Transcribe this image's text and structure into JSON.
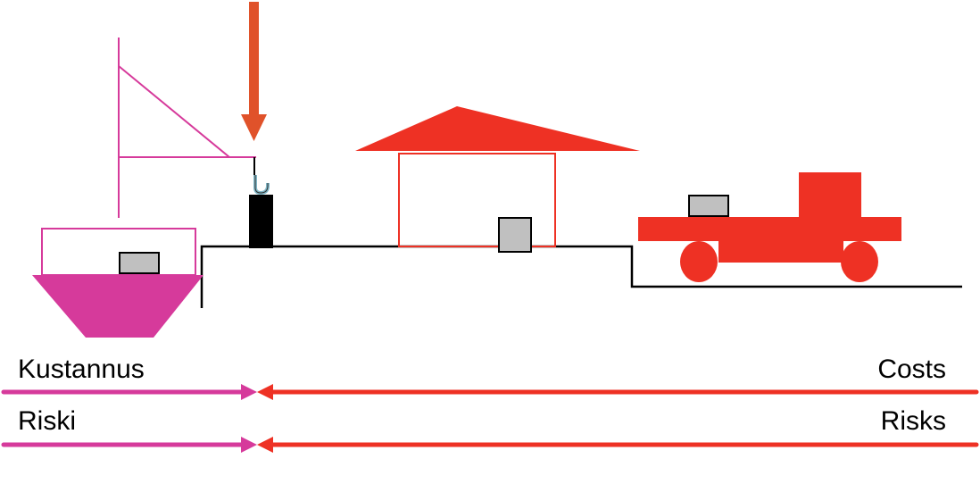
{
  "labels": {
    "left_cost": "Kustannus",
    "right_cost": "Costs",
    "left_risk": "Riski",
    "right_risk": "Risks"
  },
  "colors": {
    "magenta": "#d63a9b",
    "red": "#ee3124",
    "arrow_orange": "#e0522a",
    "grey_box": "#c0c0c0",
    "ground": "#000000",
    "hook": "#7fb6c6"
  }
}
